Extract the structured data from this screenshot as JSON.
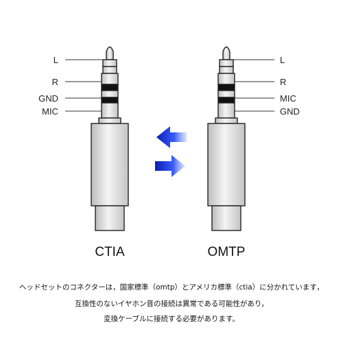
{
  "plugs": {
    "left": {
      "name": "CTIA",
      "labels": [
        {
          "id": "l1",
          "text": "L"
        },
        {
          "id": "l2",
          "text": "R"
        },
        {
          "id": "l3",
          "text": "GND"
        },
        {
          "id": "l4",
          "text": "MIC"
        }
      ]
    },
    "right": {
      "name": "OMTP",
      "labels": [
        {
          "id": "r1",
          "text": "L"
        },
        {
          "id": "r2",
          "text": "R"
        },
        {
          "id": "r3",
          "text": "MIC"
        },
        {
          "id": "r4",
          "text": "GND"
        }
      ]
    }
  },
  "arrows": {
    "color": "#1433cc"
  },
  "caption": [
    "ヘッドセットのコネクターは，国家標準（omtp）とアメリカ標準（ctia）に分かれています，",
    "互換性のないイヤホン音の接続は異常である可能性があり，",
    "変換ケーブルに接続する必要があります。"
  ]
}
